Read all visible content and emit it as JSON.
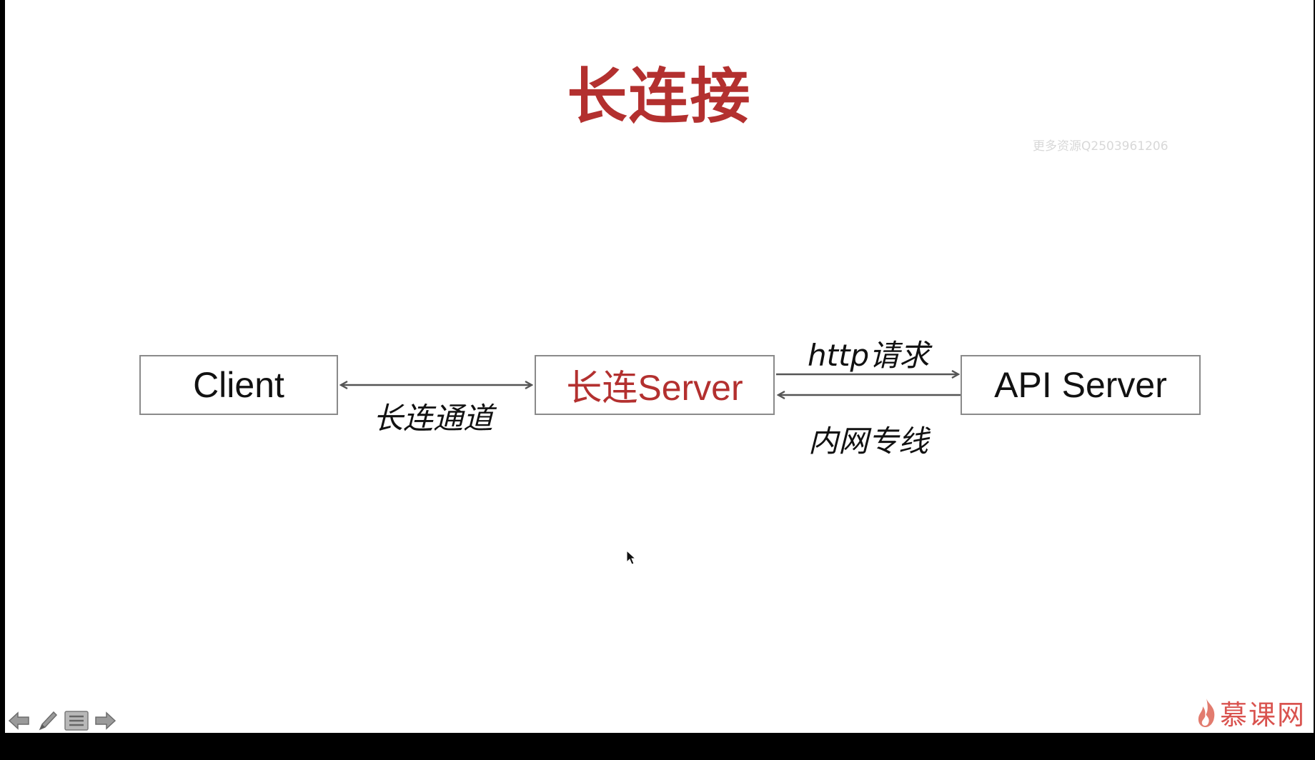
{
  "slide": {
    "title": "长连接",
    "watermark": "更多资源Q2503961206"
  },
  "diagram": {
    "nodes": {
      "client": "Client",
      "conn_server": "长连Server",
      "api_server": "API Server"
    },
    "edges": {
      "channel_label": "长连通道",
      "http_label": "http请求",
      "lan_label": "内网专线"
    }
  },
  "branding": {
    "logo_text": "慕课网"
  },
  "toolbar": {
    "buttons": [
      "arrow-left-icon",
      "pen-icon",
      "menu-icon",
      "arrow-right-icon"
    ]
  },
  "colors": {
    "accent_red": "#b3302f",
    "logo_red": "#d9534f",
    "box_border": "#8a8a8a",
    "arrow": "#555555"
  }
}
